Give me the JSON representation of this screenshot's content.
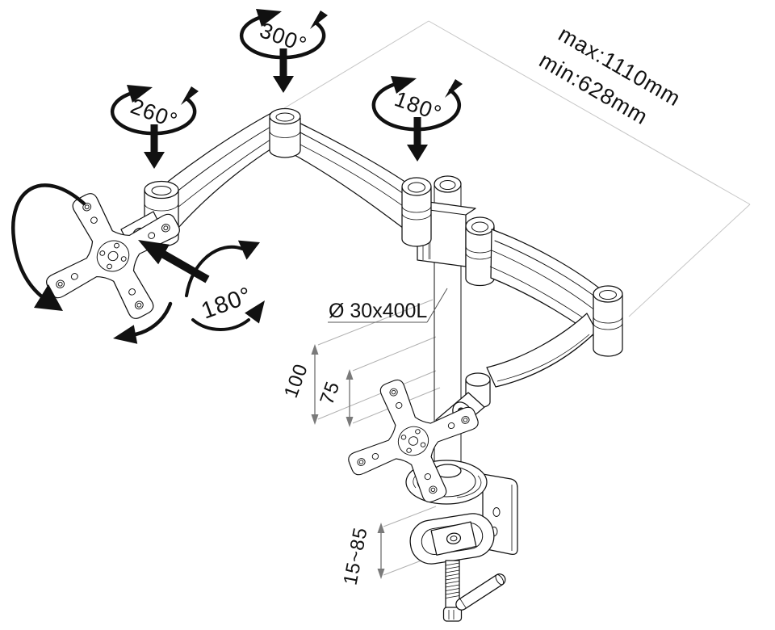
{
  "labels": {
    "rot_top_center": "300°",
    "rot_top_left": "260°",
    "rot_top_right": "180°",
    "rot_vesa": "180°",
    "reach_max": "max:1110mm",
    "reach_min": "min:628mm",
    "pole_spec": "Ø 30x400L",
    "dim_upper": "100",
    "dim_lower": "75",
    "clamp_range": "15~85"
  },
  "colors": {
    "ink": "#111111",
    "dim": "#7a7a7a",
    "ext": "#b0b0b0",
    "faint": "#c6c6c6",
    "bg": "#ffffff"
  }
}
